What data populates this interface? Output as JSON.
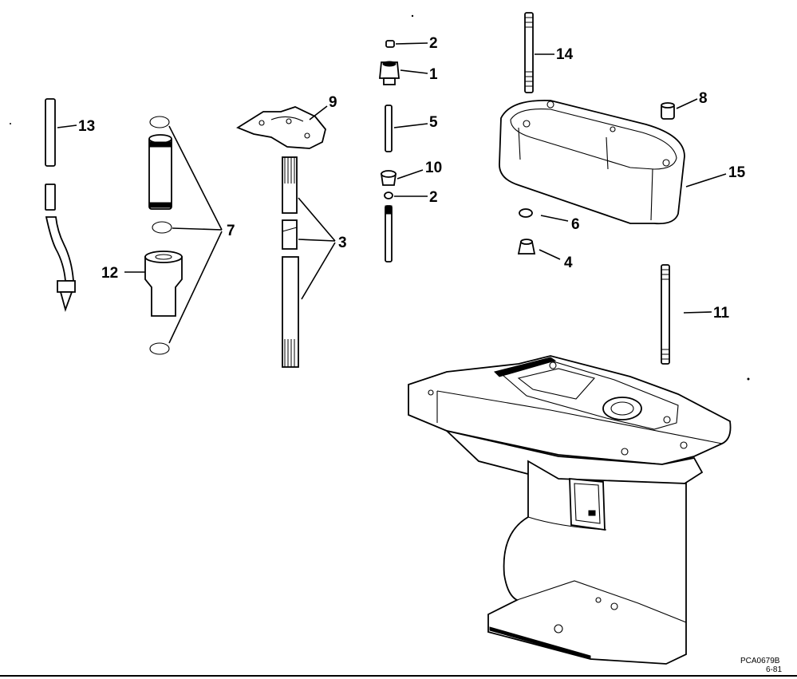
{
  "labels": {
    "p1": "1",
    "p2a": "2",
    "p2b": "2",
    "p3": "3",
    "p4": "4",
    "p5": "5",
    "p6": "6",
    "p7": "7",
    "p8": "8",
    "p9": "9",
    "p10": "10",
    "p11": "11",
    "p12": "12",
    "p13": "13",
    "p14": "14",
    "p15": "15"
  },
  "footer": {
    "code": "PCA0679B",
    "date": "6-81"
  }
}
